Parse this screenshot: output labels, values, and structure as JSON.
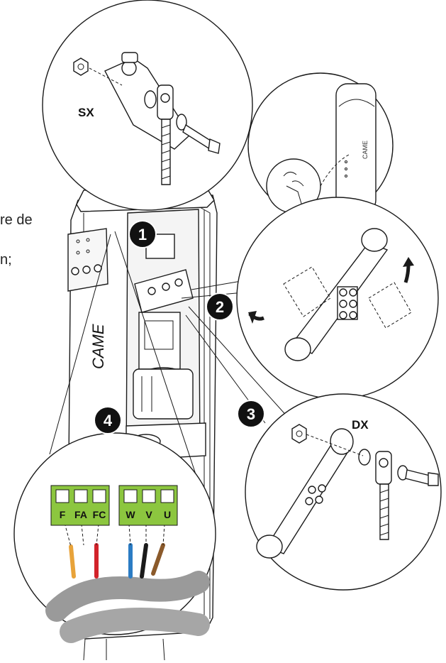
{
  "text_fragments": {
    "line1": "re de",
    "line2": "n;"
  },
  "labels": {
    "sx": "SX",
    "dx": "DX",
    "brand_cabinet": "CAME",
    "brand_remote": "CAME"
  },
  "steps": [
    "1",
    "2",
    "3",
    "4"
  ],
  "terminals": {
    "limit_switch": [
      "F",
      "FA",
      "FC"
    ],
    "motor": [
      "W",
      "V",
      "U"
    ]
  },
  "wire_colors": {
    "limit_switch": [
      "#e8a33a",
      "#ffffff",
      "#d2232a"
    ],
    "motor": [
      "#2b7cc4",
      "#1a1a1a",
      "#8b5a2b"
    ]
  },
  "colors": {
    "terminal_block": "#8cc63f",
    "badge": "#111111",
    "line": "#1a1a1a"
  }
}
